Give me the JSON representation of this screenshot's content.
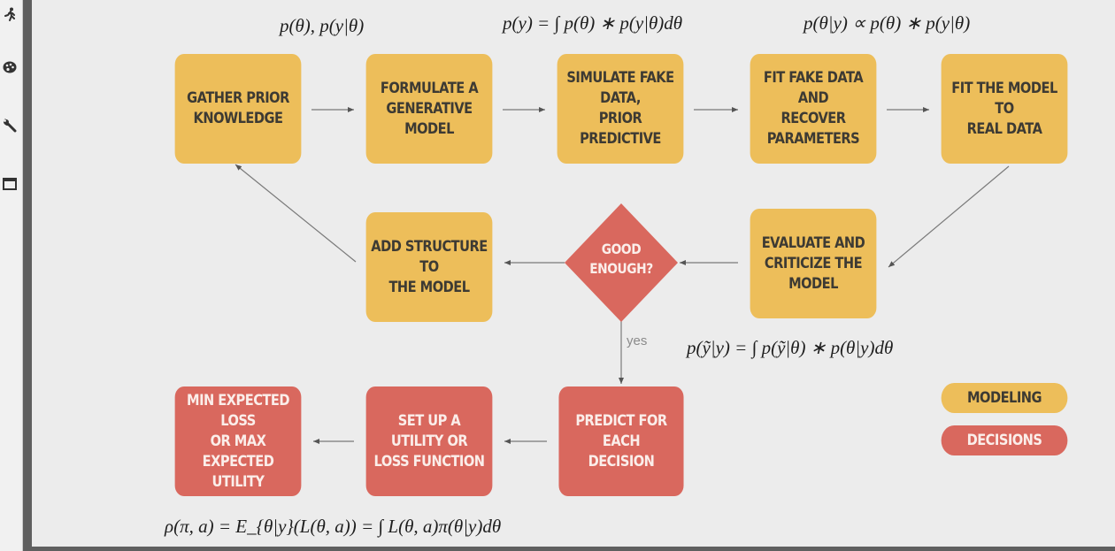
{
  "colors": {
    "modeling": "#edbe5a",
    "decisions": "#d9685e",
    "background": "#ececec"
  },
  "toolbar": {
    "icons": [
      "runner-icon",
      "palette-icon",
      "wrench-icon",
      "window-icon"
    ]
  },
  "formulas": {
    "prior": "p(θ), p(y|θ)",
    "marginal": "p(y) = ∫ p(θ) ∗ p(y|θ)dθ",
    "posterior": "p(θ|y) ∝ p(θ) ∗ p(y|θ)",
    "posterior_predictive": "p(ỹ|y) = ∫ p(ỹ|θ) ∗ p(θ|y)dθ",
    "risk": "ρ(π, a) = E_{θ|y}(L(θ, a)) = ∫ L(θ, a)π(θ|y)dθ"
  },
  "nodes": {
    "gather": [
      "GATHER PRIOR",
      "KNOWLEDGE"
    ],
    "formulate": [
      "FORMULATE A",
      "GENERATIVE MODEL"
    ],
    "simulate": [
      "SIMULATE FAKE DATA,",
      "PRIOR PREDICTIVE"
    ],
    "fit_fake": [
      "FIT FAKE DATA AND",
      "RECOVER",
      "PARAMETERS"
    ],
    "fit_real": [
      "FIT THE MODEL TO",
      "REAL DATA"
    ],
    "add_structure": [
      "ADD STRUCTURE TO",
      "THE MODEL"
    ],
    "good_enough": [
      "GOOD",
      "ENOUGH?"
    ],
    "evaluate": [
      "EVALUATE AND",
      "CRITICIZE THE MODEL"
    ],
    "min_loss": [
      "MIN EXPECTED LOSS",
      "OR MAX EXPECTED",
      "UTILITY"
    ],
    "utility": [
      "SET UP A UTILITY OR",
      "LOSS FUNCTION"
    ],
    "predict": [
      "PREDICT FOR EACH",
      "DECISION"
    ]
  },
  "edge_labels": {
    "yes": "yes"
  },
  "legend": {
    "modeling": "MODELING",
    "decisions": "DECISIONS"
  }
}
